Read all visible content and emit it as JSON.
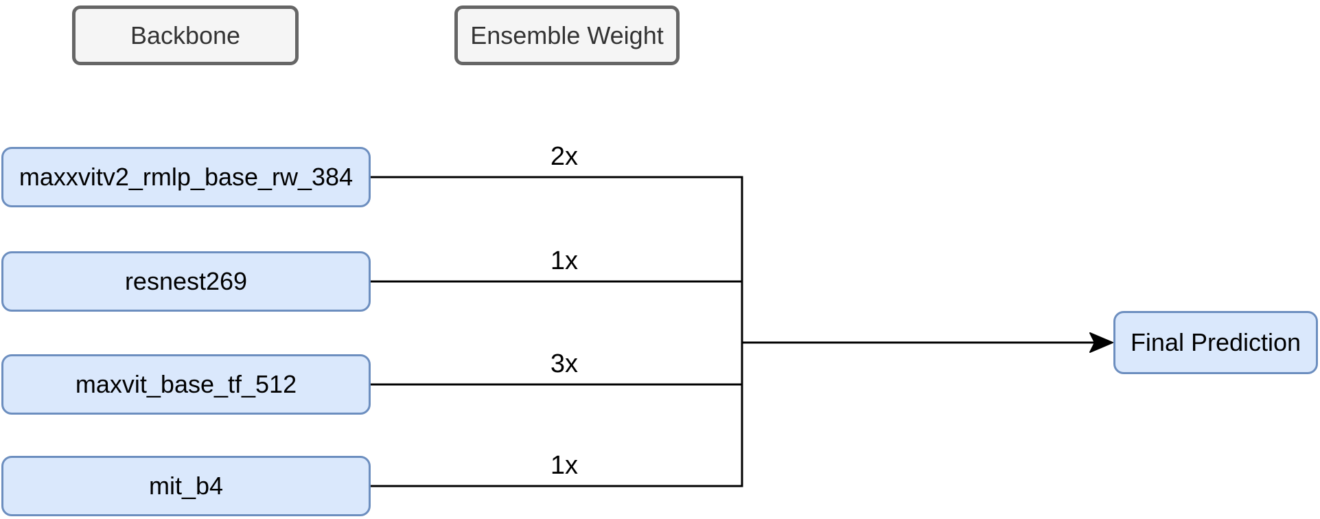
{
  "headers": {
    "backbone": "Backbone",
    "ensemble_weight": "Ensemble Weight"
  },
  "models": [
    {
      "name": "maxxvitv2_rmlp_base_rw_384",
      "weight": "2x"
    },
    {
      "name": "resnest269",
      "weight": "1x"
    },
    {
      "name": "maxvit_base_tf_512",
      "weight": "3x"
    },
    {
      "name": "mit_b4",
      "weight": "1x"
    }
  ],
  "output": {
    "label": "Final Prediction"
  },
  "colors": {
    "model_fill": "#dae8fc",
    "model_border": "#6c8ebf",
    "header_fill": "#f5f5f5",
    "header_border": "#666666",
    "header_text": "#333333",
    "node_text": "#000000",
    "connector": "#000000"
  }
}
